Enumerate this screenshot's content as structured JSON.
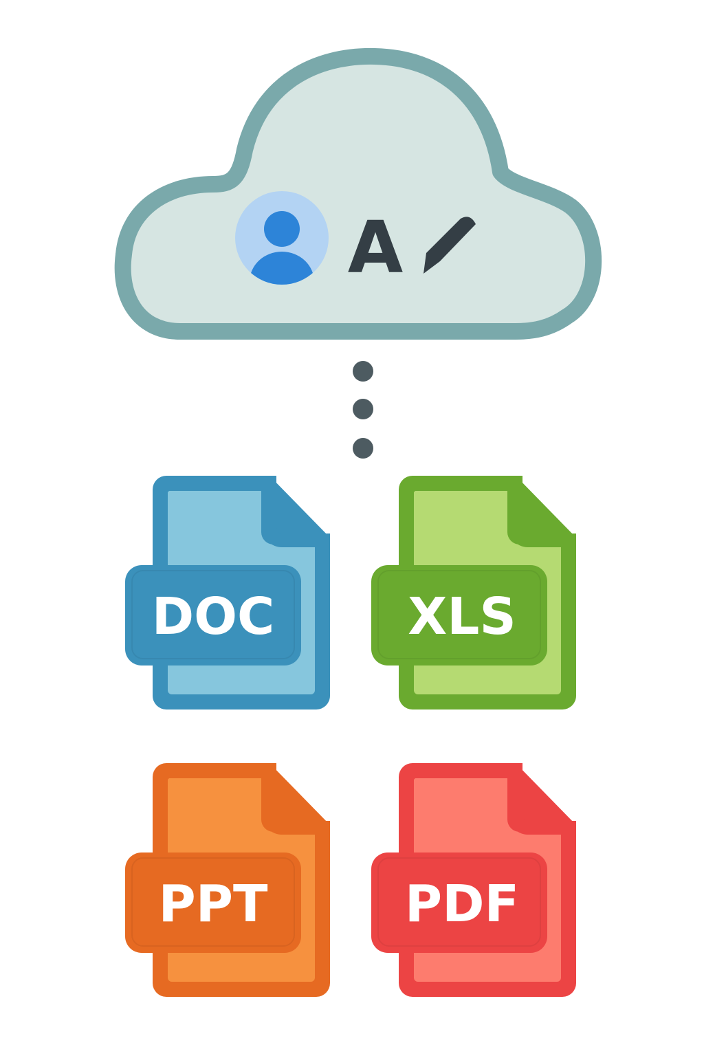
{
  "cloud": {
    "letter": "A",
    "icons": [
      "user-avatar-icon",
      "pencil-icon"
    ],
    "colors": {
      "outline": "#7aa9ab",
      "fill": "#d6e5e2",
      "avatar_bg": "#b3d3f3",
      "avatar_fg": "#2d84d8",
      "ink": "#343e45"
    }
  },
  "connector": {
    "icon": "vertical-ellipsis-icon",
    "color": "#4d5b61"
  },
  "files": [
    {
      "label": "DOC",
      "icon": "doc-file-icon",
      "dark": "#3b91bb",
      "light": "#86c6dd"
    },
    {
      "label": "XLS",
      "icon": "xls-file-icon",
      "dark": "#6aaa2f",
      "light": "#b5da72"
    },
    {
      "label": "PPT",
      "icon": "ppt-file-icon",
      "dark": "#e66a22",
      "light": "#f6913f"
    },
    {
      "label": "PDF",
      "icon": "pdf-file-icon",
      "dark": "#ec4444",
      "light": "#fd7c6e"
    }
  ]
}
